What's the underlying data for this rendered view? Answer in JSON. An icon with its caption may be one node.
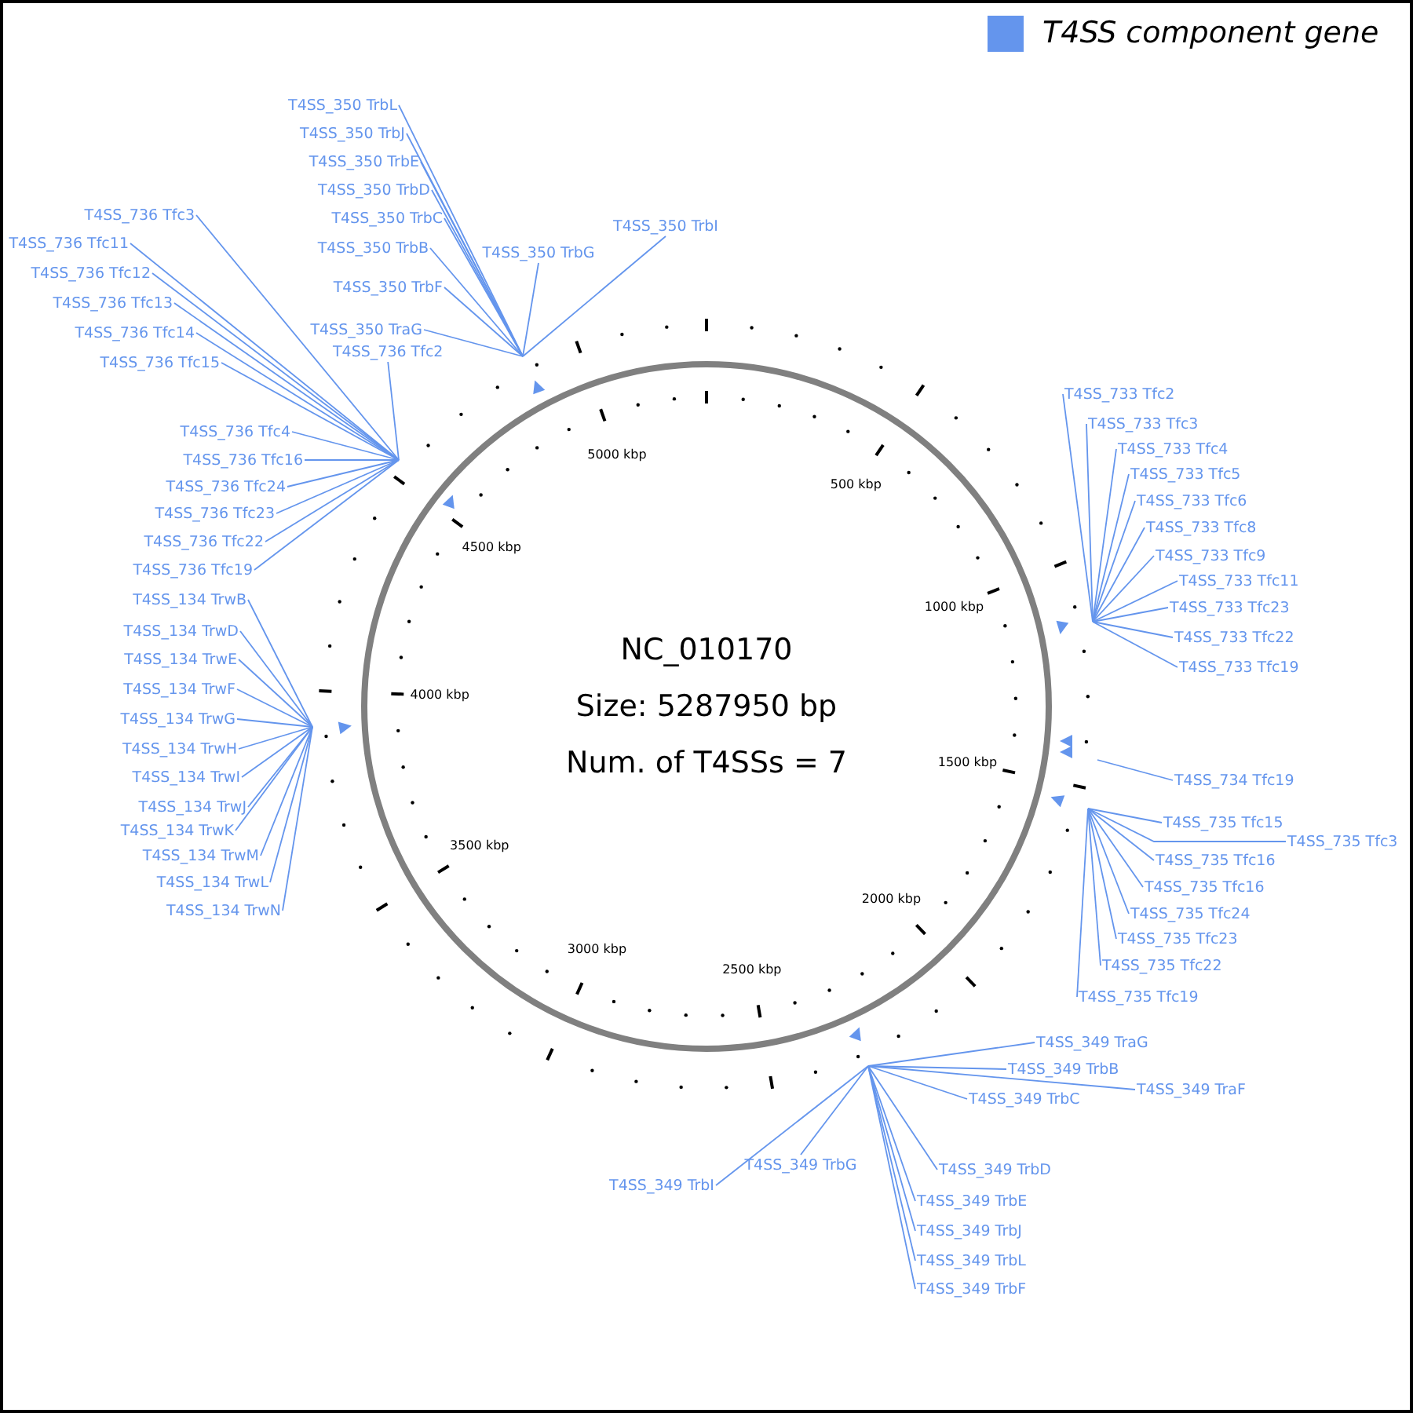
{
  "diagram": {
    "nodes": [
      {
        "text": [
          "NC_010170",
          "Size: 5287950 bp",
          "Num. of T4SSs = 7"
        ]
      },
      {
        "text": [
          "T4SS_350 TrbL"
        ]
      },
      {
        "text": [
          "T4SS_350 TrbJ"
        ]
      },
      {
        "text": [
          "T4SS_350 TrbE"
        ]
      },
      {
        "text": [
          "T4SS_350 TrbD"
        ]
      },
      {
        "text": [
          "T4SS_350 TrbC"
        ]
      },
      {
        "text": [
          "T4SS_350 TrbB"
        ]
      },
      {
        "text": [
          "T4SS_350 TrbF"
        ]
      },
      {
        "text": [
          "T4SS_350 TrbG"
        ]
      },
      {
        "text": [
          "T4SS_350 TraG"
        ]
      },
      {
        "text": [
          "T4SS_350 TrbI"
        ]
      },
      {
        "text": [
          "T4SS_736 Tfc3"
        ]
      },
      {
        "text": [
          "T4SS_736 Tfc11"
        ]
      },
      {
        "text": [
          "T4SS_736 Tfc12"
        ]
      },
      {
        "text": [
          "T4SS_736 Tfc13"
        ]
      },
      {
        "text": [
          "T4SS_736 Tfc14"
        ]
      },
      {
        "text": [
          "T4SS_736 Tfc15"
        ]
      },
      {
        "text": [
          "T4SS_736 Tfc2"
        ]
      },
      {
        "text": [
          "T4SS_736 Tfc4"
        ]
      },
      {
        "text": [
          "T4SS_736 Tfc16"
        ]
      },
      {
        "text": [
          "T4SS_736 Tfc24"
        ]
      },
      {
        "text": [
          "T4SS_736 Tfc23"
        ]
      },
      {
        "text": [
          "T4SS_736 Tfc22"
        ]
      },
      {
        "text": [
          "T4SS_736 Tfc19"
        ]
      },
      {
        "text": [
          "T4SS_134 TrwB"
        ]
      },
      {
        "text": [
          "T4SS_134 TrwD"
        ]
      },
      {
        "text": [
          "T4SS_134 TrwE"
        ]
      },
      {
        "text": [
          "T4SS_134 TrwF"
        ]
      },
      {
        "text": [
          "T4SS_134 TrwG"
        ]
      },
      {
        "text": [
          "T4SS_134 TrwH"
        ]
      },
      {
        "text": [
          "T4SS_134 TrwI"
        ]
      },
      {
        "text": [
          "T4SS_134 TrwJ"
        ]
      },
      {
        "text": [
          "T4SS_134 TrwK"
        ]
      },
      {
        "text": [
          "T4SS_134 TrwM"
        ]
      },
      {
        "text": [
          "T4SS_134 TrwL"
        ]
      },
      {
        "text": [
          "T4SS_134 TrwN"
        ]
      },
      {
        "text": [
          "T4SS_733 Tfc2"
        ]
      },
      {
        "text": [
          "T4SS_733 Tfc3"
        ]
      },
      {
        "text": [
          "T4SS_733 Tfc4"
        ]
      },
      {
        "text": [
          "T4SS_733 Tfc5"
        ]
      },
      {
        "text": [
          "T4SS_733 Tfc6"
        ]
      },
      {
        "text": [
          "T4SS_733 Tfc8"
        ]
      },
      {
        "text": [
          "T4SS_733 Tfc9"
        ]
      },
      {
        "text": [
          "T4SS_733 Tfc11"
        ]
      },
      {
        "text": [
          "T4SS_733 Tfc23"
        ]
      },
      {
        "text": [
          "T4SS_733 Tfc22"
        ]
      },
      {
        "text": [
          "T4SS_733 Tfc19"
        ]
      },
      {
        "text": [
          "T4SS_734 Tfc19"
        ]
      },
      {
        "text": [
          "T4SS_735 Tfc15"
        ]
      },
      {
        "text": [
          "T4SS_735 Tfc16"
        ]
      },
      {
        "text": [
          "T4SS_735 Tfc3"
        ]
      },
      {
        "text": [
          "T4SS_735 Tfc16"
        ]
      },
      {
        "text": [
          "T4SS_735 Tfc24"
        ]
      },
      {
        "text": [
          "T4SS_735 Tfc23"
        ]
      },
      {
        "text": [
          "T4SS_735 Tfc22"
        ]
      },
      {
        "text": [
          "T4SS_735 Tfc19"
        ]
      },
      {
        "text": [
          "T4SS_349 TraG"
        ]
      },
      {
        "text": [
          "T4SS_349 TrbB"
        ]
      },
      {
        "text": [
          "T4SS_349 TraF"
        ]
      },
      {
        "text": [
          "T4SS_349 TrbC"
        ]
      },
      {
        "text": [
          "T4SS_349 TrbD"
        ]
      },
      {
        "text": [
          "T4SS_349 TrbG"
        ]
      },
      {
        "text": [
          "T4SS_349 TrbI"
        ]
      },
      {
        "text": [
          "T4SS_349 TrbE"
        ]
      },
      {
        "text": [
          "T4SS_349 TrbJ"
        ]
      },
      {
        "text": [
          "T4SS_349 TrbL"
        ]
      },
      {
        "text": [
          "T4SS_349 TrbF"
        ]
      }
    ],
    "edges": [
      {
        "from": 1,
        "to": null,
        "arrow": "none"
      },
      {
        "from": 2,
        "to": null,
        "arrow": "none"
      },
      {
        "from": 3,
        "to": null,
        "arrow": "none"
      },
      {
        "from": 4,
        "to": null,
        "arrow": "none"
      },
      {
        "from": 5,
        "to": null,
        "arrow": "none"
      },
      {
        "from": 6,
        "to": null,
        "arrow": "none"
      },
      {
        "from": 7,
        "to": null,
        "arrow": "none"
      },
      {
        "from": 8,
        "to": null,
        "arrow": "none"
      },
      {
        "from": 9,
        "to": null,
        "arrow": "none"
      },
      {
        "from": 10,
        "to": null,
        "arrow": "none"
      },
      {
        "from": 11,
        "to": null,
        "arrow": "none"
      },
      {
        "from": 12,
        "to": null,
        "arrow": "none"
      },
      {
        "from": 13,
        "to": null,
        "arrow": "none"
      },
      {
        "from": 14,
        "to": null,
        "arrow": "none"
      },
      {
        "from": 15,
        "to": null,
        "arrow": "none"
      },
      {
        "from": 16,
        "to": null,
        "arrow": "none"
      },
      {
        "from": 17,
        "to": null,
        "arrow": "none"
      },
      {
        "from": 18,
        "to": null,
        "arrow": "none"
      },
      {
        "from": 19,
        "to": null,
        "arrow": "none"
      },
      {
        "from": 20,
        "to": null,
        "arrow": "none"
      },
      {
        "from": 21,
        "to": null,
        "arrow": "none"
      },
      {
        "from": 22,
        "to": null,
        "arrow": "none"
      },
      {
        "from": 23,
        "to": null,
        "arrow": "none"
      },
      {
        "from": 24,
        "to": null,
        "arrow": "none"
      },
      {
        "from": 25,
        "to": null,
        "arrow": "none"
      },
      {
        "from": 26,
        "to": null,
        "arrow": "none"
      },
      {
        "from": 27,
        "to": null,
        "arrow": "none"
      },
      {
        "from": 28,
        "to": null,
        "arrow": "none"
      },
      {
        "from": 29,
        "to": null,
        "arrow": "none"
      },
      {
        "from": 30,
        "to": null,
        "arrow": "none"
      },
      {
        "from": 31,
        "to": null,
        "arrow": "none"
      },
      {
        "from": 32,
        "to": null,
        "arrow": "none"
      },
      {
        "from": 33,
        "to": null,
        "arrow": "none"
      },
      {
        "from": 34,
        "to": null,
        "arrow": "none"
      },
      {
        "from": 35,
        "to": null,
        "arrow": "none"
      },
      {
        "from": 36,
        "to": null,
        "arrow": "none"
      },
      {
        "from": 37,
        "to": null,
        "arrow": "none"
      },
      {
        "from": 38,
        "to": null,
        "arrow": "none"
      },
      {
        "from": 39,
        "to": null,
        "arrow": "none"
      },
      {
        "from": 40,
        "to": null,
        "arrow": "none"
      },
      {
        "from": 41,
        "to": null,
        "arrow": "none"
      },
      {
        "from": 42,
        "to": null,
        "arrow": "none"
      },
      {
        "from": 43,
        "to": null,
        "arrow": "none"
      },
      {
        "from": 44,
        "to": null,
        "arrow": "none"
      },
      {
        "from": 45,
        "to": null,
        "arrow": "none"
      },
      {
        "from": 46,
        "to": null,
        "arrow": "none"
      },
      {
        "from": 47,
        "to": null,
        "arrow": "none"
      },
      {
        "from": 48,
        "to": null,
        "arrow": "none"
      },
      {
        "from": 49,
        "to": null,
        "arrow": "none"
      },
      {
        "from": 50,
        "to": null,
        "arrow": "none"
      },
      {
        "from": 51,
        "to": null,
        "arrow": "none"
      },
      {
        "from": 52,
        "to": null,
        "arrow": "none"
      },
      {
        "from": 53,
        "to": null,
        "arrow": "none"
      },
      {
        "from": 54,
        "to": null,
        "arrow": "none"
      },
      {
        "from": 55,
        "to": null,
        "arrow": "none"
      },
      {
        "from": 56,
        "to": null,
        "arrow": "none"
      },
      {
        "from": 57,
        "to": null,
        "arrow": "none"
      },
      {
        "from": 58,
        "to": null,
        "arrow": "none"
      },
      {
        "from": 59,
        "to": null,
        "arrow": "none"
      },
      {
        "from": 60,
        "to": null,
        "arrow": "none"
      },
      {
        "from": 61,
        "to": null,
        "arrow": "none"
      },
      {
        "from": 62,
        "to": null,
        "arrow": "none"
      },
      {
        "from": 63,
        "to": null,
        "arrow": "none"
      },
      {
        "from": 64,
        "to": null,
        "arrow": "none"
      },
      {
        "from": 65,
        "to": null,
        "arrow": "none"
      },
      {
        "from": 66,
        "to": null,
        "arrow": "none"
      }
    ],
    "labels": [
      "500 kbp",
      "1000 kbp",
      "1500 kbp",
      "2000 kbp",
      "2500 kbp",
      "3000 kbp",
      "3500 kbp",
      "4000 kbp",
      "4500 kbp",
      "5000 kbp"
    ],
    "legend": [
      {
        "text": "T4SS component gene",
        "color": "#6495ed"
      }
    ]
  }
}
